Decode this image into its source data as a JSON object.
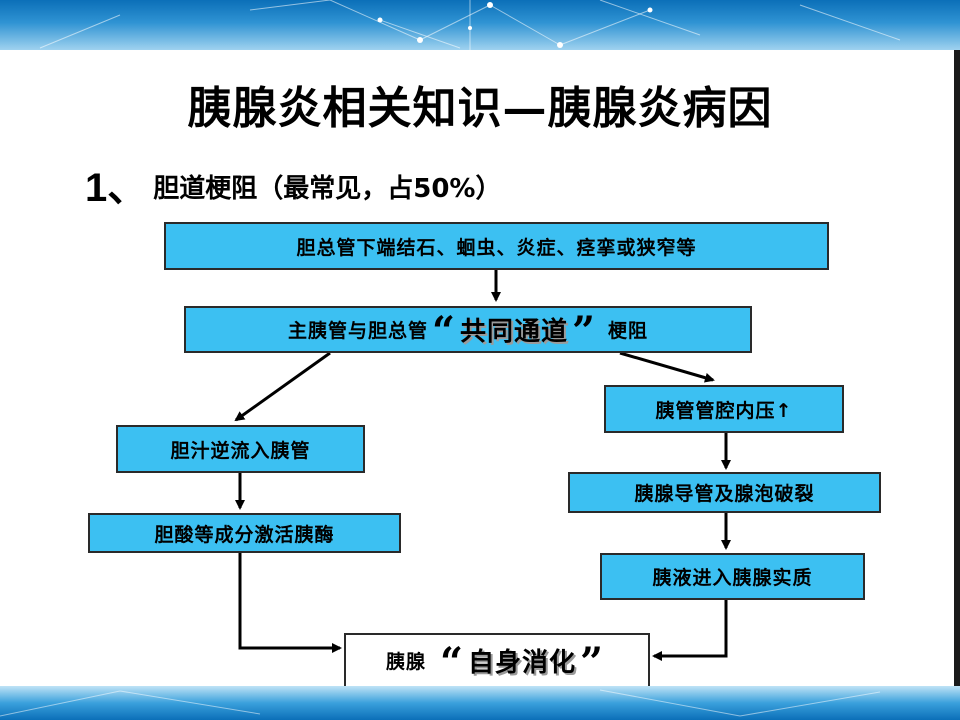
{
  "slide": {
    "title": "胰腺炎相关知识—胰腺炎病因",
    "subhead_number": "1、",
    "subhead_text": "胆道梗阻（最常见，占50%）"
  },
  "flowchart": {
    "node_stone": "胆总管下端结石、蛔虫、炎症、痉挛或狭窄等",
    "node_common_channel_prefix": "主胰管与胆总管",
    "node_common_channel_quote_open": "“",
    "node_common_channel_emph": "共同通道",
    "node_common_channel_quote_close": "”",
    "node_common_channel_suffix": "梗阻",
    "node_pressure": "胰管管腔内压↑",
    "node_bile_reflux": "胆汁逆流入胰管",
    "node_duct_rupture": "胰腺导管及腺泡破裂",
    "node_enzyme_activation": "胆酸等成分激活胰酶",
    "node_fluid_parenchyma": "胰液进入胰腺实质",
    "node_autodigestion_prefix": "胰腺",
    "node_autodigestion_quote_open": "“",
    "node_autodigestion_emph": "自身消化",
    "node_autodigestion_quote_close": "”"
  },
  "colors": {
    "box_fill": "#3cc0f2",
    "final_box_fill": "#ffffff",
    "banner_blue": "#0b6fb8"
  }
}
